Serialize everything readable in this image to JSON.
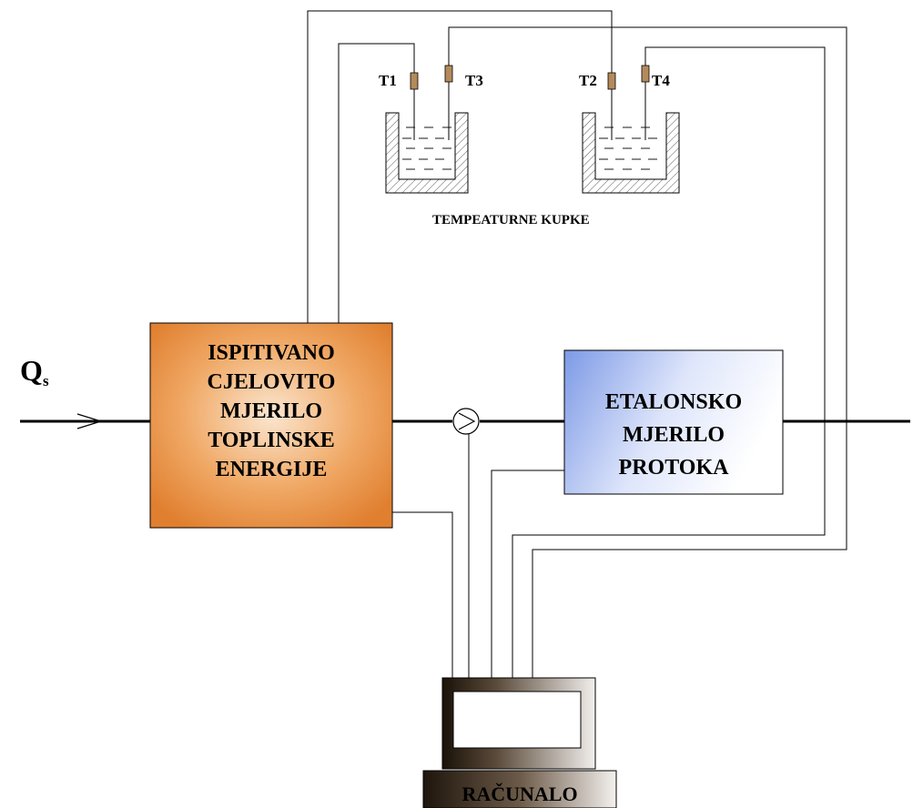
{
  "diagram": {
    "inlet_label": "Q",
    "inlet_subscript": "s",
    "tested_meter_lines": [
      "ISPITIVANO",
      "CJELOVITO",
      "MJERILO",
      "TOPLINSKE",
      "ENERGIJE"
    ],
    "reference_meter_lines": [
      "ETALONSKO",
      "MJERILO",
      "PROTOKA"
    ],
    "sensors": {
      "t1": "T1",
      "t2": "T2",
      "t3": "T3",
      "t4": "T4"
    },
    "baths_label": "TEMPEATURNE KUPKE",
    "computer_label": "RAČUNALO",
    "colors": {
      "meter_fill_center": "#fbe6d0",
      "meter_fill_edge": "#e07f2f",
      "reference_fill_left": "#7d9ae6",
      "reference_fill_right": "#ffffff",
      "sensor_fill": "#b58a5a",
      "line": "#000000"
    }
  }
}
